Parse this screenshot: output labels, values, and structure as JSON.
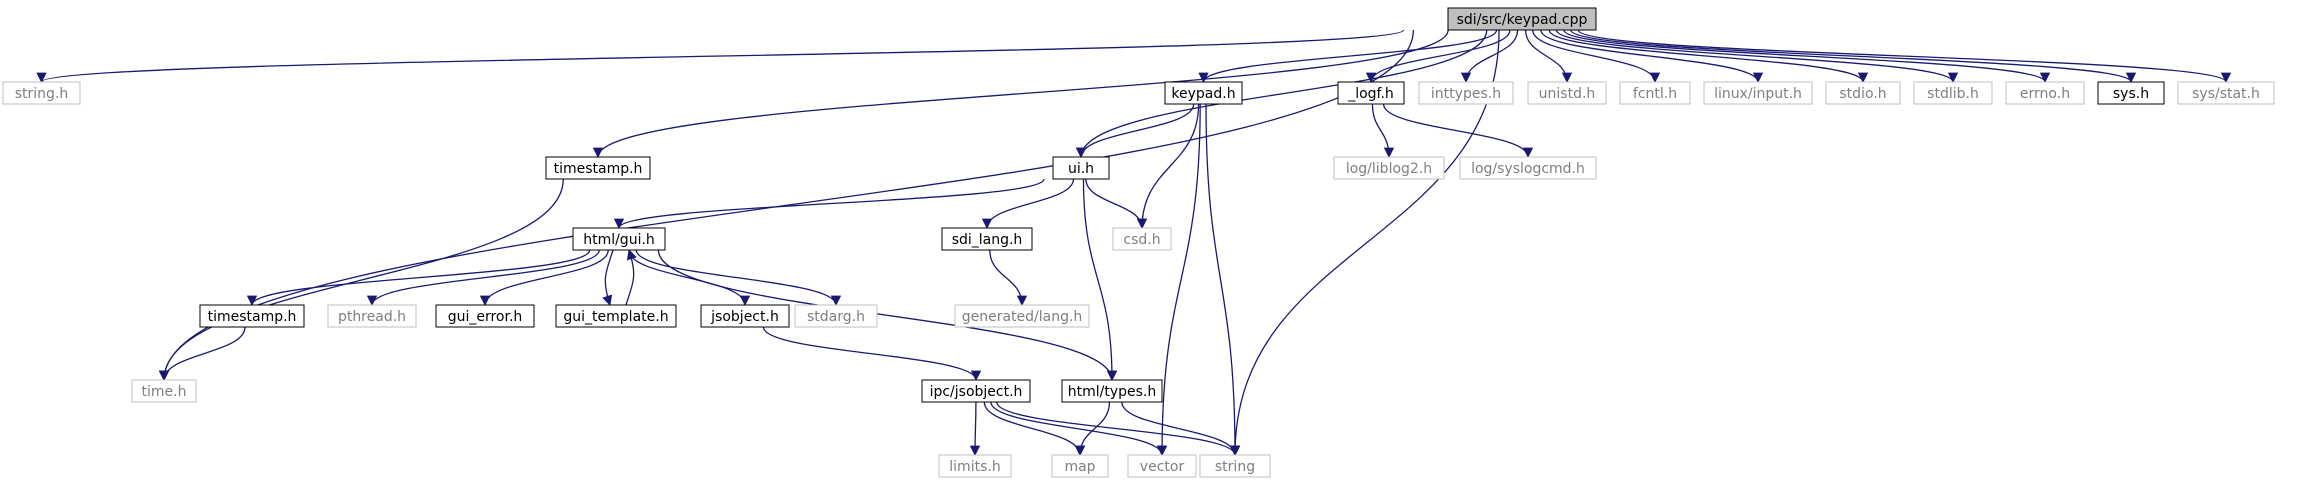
{
  "colors": {
    "edge": "#191970",
    "root_fill": "#bfbfbf",
    "border_solid": "#000000",
    "border_gray": "#bfbfbf",
    "text_dark": "#000000",
    "text_gray": "#7f7f7f"
  },
  "nodes": [
    {
      "id": "root",
      "label": "sdi/src/keypad.cpp",
      "style": "root"
    },
    {
      "id": "string_h",
      "label": "string.h",
      "style": "gray"
    },
    {
      "id": "keypad_h",
      "label": "keypad.h",
      "style": "solid"
    },
    {
      "id": "logf_h",
      "label": "_logf.h",
      "style": "solid"
    },
    {
      "id": "inttypes_h",
      "label": "inttypes.h",
      "style": "gray"
    },
    {
      "id": "unistd_h",
      "label": "unistd.h",
      "style": "gray"
    },
    {
      "id": "fcntl_h",
      "label": "fcntl.h",
      "style": "gray"
    },
    {
      "id": "linux_input_h",
      "label": "linux/input.h",
      "style": "gray"
    },
    {
      "id": "stdio_h",
      "label": "stdio.h",
      "style": "gray"
    },
    {
      "id": "stdlib_h",
      "label": "stdlib.h",
      "style": "gray"
    },
    {
      "id": "errno_h",
      "label": "errno.h",
      "style": "gray"
    },
    {
      "id": "sys_h",
      "label": "sys.h",
      "style": "solid"
    },
    {
      "id": "sys_stat_h",
      "label": "sys/stat.h",
      "style": "gray"
    },
    {
      "id": "timestamp_h_top",
      "label": "timestamp.h",
      "style": "solid"
    },
    {
      "id": "ui_h",
      "label": "ui.h",
      "style": "solid"
    },
    {
      "id": "liblog2_h",
      "label": "log/liblog2.h",
      "style": "gray"
    },
    {
      "id": "syslogcmd_h",
      "label": "log/syslogcmd.h",
      "style": "gray"
    },
    {
      "id": "html_gui_h",
      "label": "html/gui.h",
      "style": "solid"
    },
    {
      "id": "sdi_lang_h",
      "label": "sdi_lang.h",
      "style": "solid"
    },
    {
      "id": "csd_h",
      "label": "csd.h",
      "style": "gray"
    },
    {
      "id": "generated_lang_h",
      "label": "generated/lang.h",
      "style": "gray"
    },
    {
      "id": "timestamp_h_low",
      "label": "timestamp.h",
      "style": "solid"
    },
    {
      "id": "pthread_h",
      "label": "pthread.h",
      "style": "gray"
    },
    {
      "id": "gui_error_h",
      "label": "gui_error.h",
      "style": "solid"
    },
    {
      "id": "gui_template_h",
      "label": "gui_template.h",
      "style": "solid"
    },
    {
      "id": "jsobject_h",
      "label": "jsobject.h",
      "style": "solid"
    },
    {
      "id": "stdarg_h",
      "label": "stdarg.h",
      "style": "gray"
    },
    {
      "id": "time_h",
      "label": "time.h",
      "style": "gray"
    },
    {
      "id": "ipc_jsobject_h",
      "label": "ipc/jsobject.h",
      "style": "solid"
    },
    {
      "id": "html_types_h",
      "label": "html/types.h",
      "style": "solid"
    },
    {
      "id": "limits_h",
      "label": "limits.h",
      "style": "gray"
    },
    {
      "id": "map",
      "label": "map",
      "style": "gray"
    },
    {
      "id": "vector",
      "label": "vector",
      "style": "gray"
    },
    {
      "id": "string",
      "label": "string",
      "style": "gray"
    }
  ],
  "edges": [
    [
      "root",
      "string_h"
    ],
    [
      "root",
      "time_h"
    ],
    [
      "root",
      "timestamp_h_top"
    ],
    [
      "root",
      "ui_h"
    ],
    [
      "root",
      "keypad_h"
    ],
    [
      "root",
      "string"
    ],
    [
      "root",
      "logf_h"
    ],
    [
      "root",
      "inttypes_h"
    ],
    [
      "root",
      "unistd_h"
    ],
    [
      "root",
      "fcntl_h"
    ],
    [
      "root",
      "linux_input_h"
    ],
    [
      "root",
      "stdio_h"
    ],
    [
      "root",
      "stdlib_h"
    ],
    [
      "root",
      "errno_h"
    ],
    [
      "root",
      "sys_h"
    ],
    [
      "root",
      "sys_stat_h"
    ],
    [
      "keypad_h",
      "ui_h"
    ],
    [
      "keypad_h",
      "csd_h"
    ],
    [
      "keypad_h",
      "vector"
    ],
    [
      "keypad_h",
      "string"
    ],
    [
      "logf_h",
      "liblog2_h"
    ],
    [
      "logf_h",
      "syslogcmd_h"
    ],
    [
      "timestamp_h_top",
      "time_h"
    ],
    [
      "ui_h",
      "html_gui_h"
    ],
    [
      "ui_h",
      "sdi_lang_h"
    ],
    [
      "ui_h",
      "csd_h"
    ],
    [
      "ui_h",
      "html_types_h"
    ],
    [
      "sdi_lang_h",
      "generated_lang_h"
    ],
    [
      "html_gui_h",
      "timestamp_h_low"
    ],
    [
      "html_gui_h",
      "pthread_h"
    ],
    [
      "html_gui_h",
      "gui_error_h"
    ],
    [
      "html_gui_h",
      "gui_template_h"
    ],
    [
      "html_gui_h",
      "jsobject_h"
    ],
    [
      "html_gui_h",
      "stdarg_h"
    ],
    [
      "html_gui_h",
      "html_types_h"
    ],
    [
      "gui_template_h",
      "html_gui_h"
    ],
    [
      "timestamp_h_low",
      "time_h"
    ],
    [
      "jsobject_h",
      "ipc_jsobject_h"
    ],
    [
      "ipc_jsobject_h",
      "limits_h"
    ],
    [
      "ipc_jsobject_h",
      "map"
    ],
    [
      "ipc_jsobject_h",
      "vector"
    ],
    [
      "ipc_jsobject_h",
      "string"
    ],
    [
      "html_types_h",
      "map"
    ],
    [
      "html_types_h",
      "string"
    ]
  ]
}
